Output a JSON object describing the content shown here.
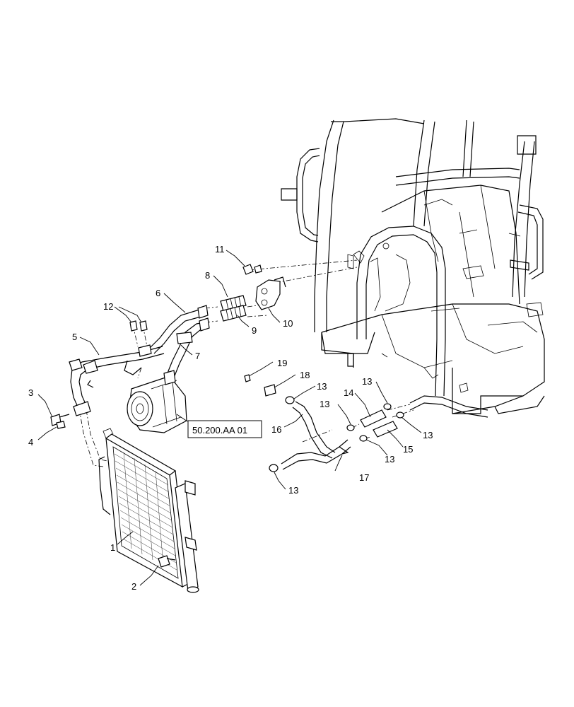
{
  "callouts": {
    "c1": "1",
    "c2": "2",
    "c3": "3",
    "c4": "4",
    "c5": "5",
    "c6": "6",
    "c7": "7",
    "c8": "8",
    "c9": "9",
    "c10": "10",
    "c11": "11",
    "c12": "12",
    "c13a": "13",
    "c13b": "13",
    "c13c": "13",
    "c13d": "13",
    "c13e": "13",
    "c13f": "13",
    "c14": "14",
    "c15": "15",
    "c16": "16",
    "c17": "17",
    "c18": "18",
    "c19": "19"
  },
  "reference": {
    "label": "50.200.AA 01"
  }
}
